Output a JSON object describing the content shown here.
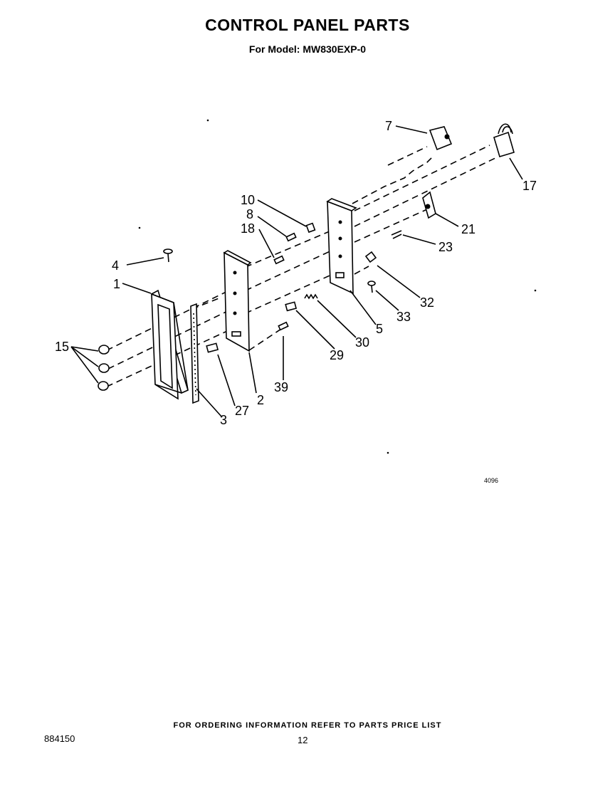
{
  "header": {
    "title": "CONTROL PANEL PARTS",
    "subtitle": "For Model: MW830EXP-0"
  },
  "callouts": {
    "c1": "1",
    "c2": "2",
    "c3": "3",
    "c4": "4",
    "c5": "5",
    "c7": "7",
    "c8": "8",
    "c10": "10",
    "c15": "15",
    "c17": "17",
    "c18": "18",
    "c21": "21",
    "c23": "23",
    "c27": "27",
    "c29": "29",
    "c30": "30",
    "c32": "32",
    "c33": "33",
    "c39": "39"
  },
  "drawing_code": "4096",
  "footer": {
    "ordering_note": "FOR ORDERING INFORMATION REFER TO PARTS PRICE LIST",
    "doc_number": "884150",
    "page_number": "12"
  }
}
